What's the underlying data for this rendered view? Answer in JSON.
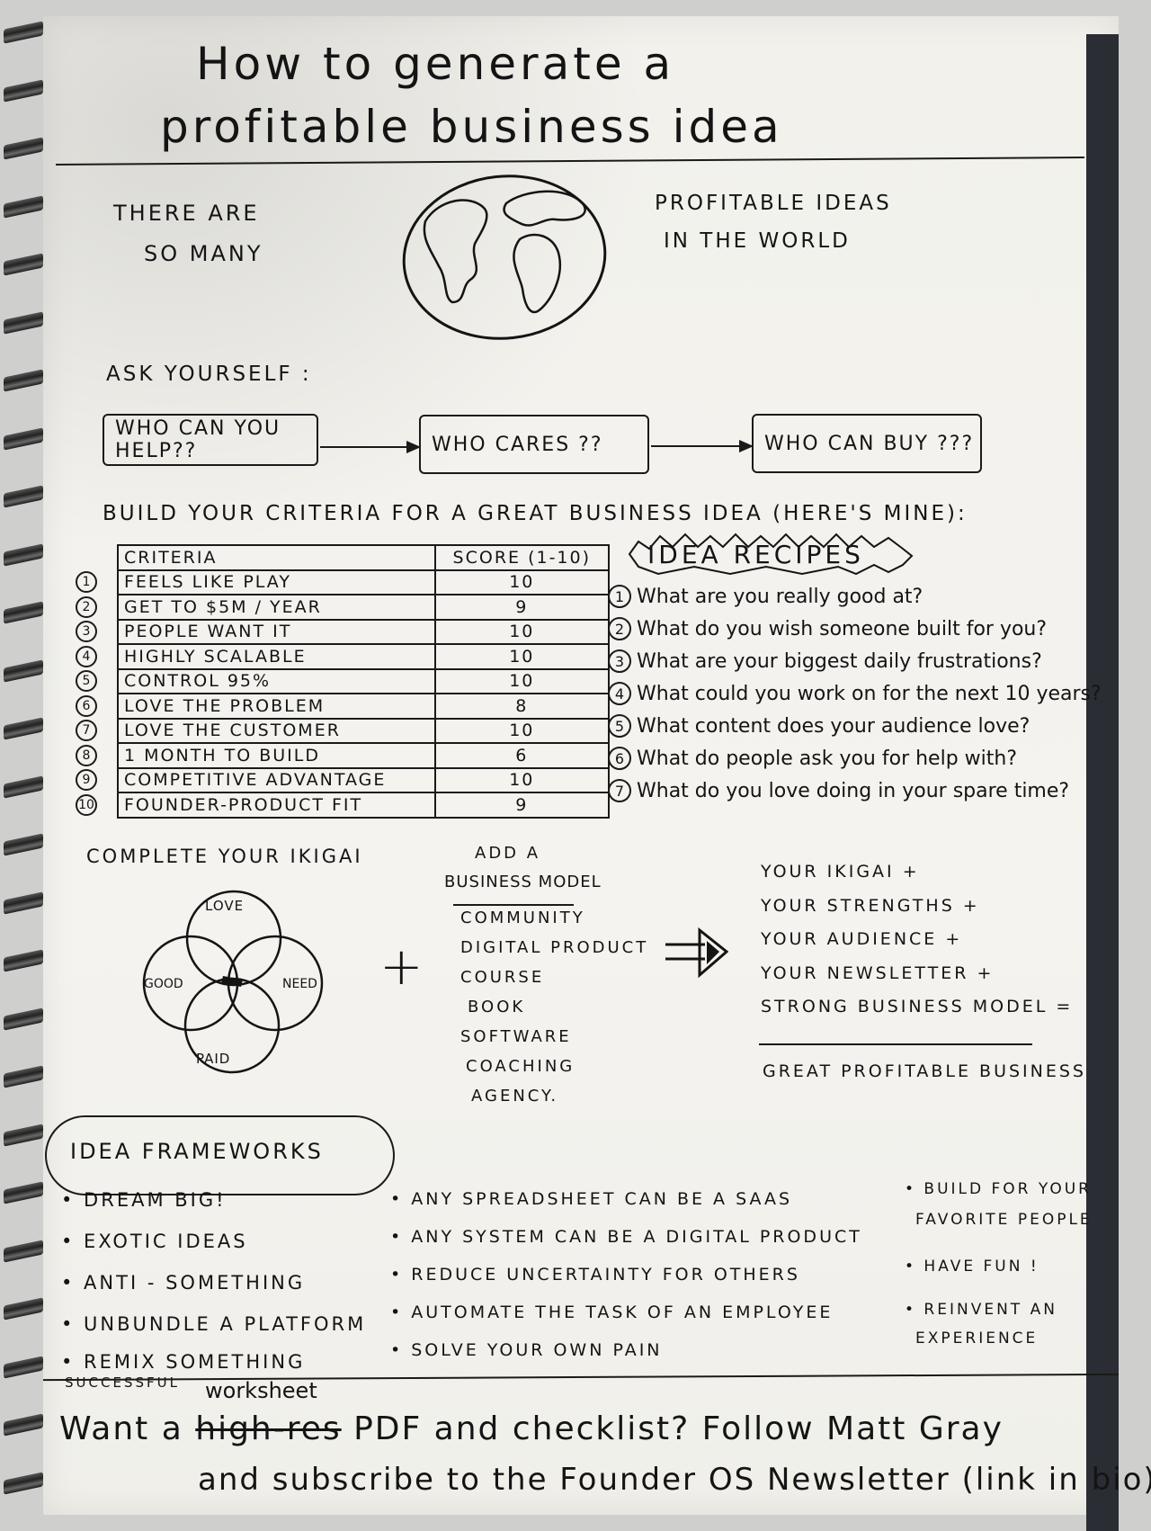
{
  "title": {
    "line1": "How to generate a",
    "line2": "profitable business idea"
  },
  "world": {
    "left_line1": "THERE ARE",
    "left_line2": "SO MANY",
    "right_line1": "PROFITABLE IDEAS",
    "right_line2": "IN THE WORLD",
    "icon": "globe-icon"
  },
  "ask": {
    "heading": "ASK YOURSELF :",
    "steps": [
      "WHO CAN YOU HELP??",
      "WHO CARES ??",
      "WHO CAN BUY ???"
    ]
  },
  "criteria": {
    "heading": "BUILD YOUR CRITERIA FOR A GREAT BUSINESS IDEA (HERE'S MINE):",
    "col_criteria": "CRITERIA",
    "col_score": "SCORE (1-10)",
    "rows": [
      {
        "n": "1",
        "name": "FEELS LIKE PLAY",
        "score": "10"
      },
      {
        "n": "2",
        "name": "GET TO $5M / YEAR",
        "score": "9"
      },
      {
        "n": "3",
        "name": "PEOPLE WANT IT",
        "score": "10"
      },
      {
        "n": "4",
        "name": "HIGHLY SCALABLE",
        "score": "10"
      },
      {
        "n": "5",
        "name": "CONTROL 95%",
        "score": "10"
      },
      {
        "n": "6",
        "name": "LOVE THE PROBLEM",
        "score": "8"
      },
      {
        "n": "7",
        "name": "LOVE THE CUSTOMER",
        "score": "10"
      },
      {
        "n": "8",
        "name": "1 MONTH TO BUILD",
        "score": "6"
      },
      {
        "n": "9",
        "name": "COMPETITIVE ADVANTAGE",
        "score": "10"
      },
      {
        "n": "10",
        "name": "FOUNDER-PRODUCT FIT",
        "score": "9"
      }
    ]
  },
  "recipes": {
    "heading": "IDEA RECIPES",
    "items": [
      {
        "n": "1",
        "text": "What are you really good at?"
      },
      {
        "n": "2",
        "text": "What do you wish someone built for you?"
      },
      {
        "n": "3",
        "text": "What are your biggest daily frustrations?"
      },
      {
        "n": "4",
        "text": "What could you work on for the next 10 years?"
      },
      {
        "n": "5",
        "text": "What content does your audience love?"
      },
      {
        "n": "6",
        "text": "What do people ask you for help with?"
      },
      {
        "n": "7",
        "text": "What do you love doing in your spare time?"
      }
    ]
  },
  "ikigai": {
    "heading": "COMPLETE YOUR IKIGAI",
    "circles": [
      "LOVE",
      "GOOD",
      "NEED",
      "PAID"
    ],
    "plus": "+"
  },
  "business_model": {
    "heading_line1": "ADD A",
    "heading_line2": "BUSINESS MODEL",
    "items": [
      "COMMUNITY",
      "DIGITAL PRODUCT",
      "COURSE",
      "BOOK",
      "SOFTWARE",
      "COACHING",
      "AGENCY."
    ]
  },
  "equation": {
    "lines": [
      "YOUR IKIGAI +",
      "YOUR STRENGTHS +",
      "YOUR AUDIENCE +",
      "YOUR NEWSLETTER +",
      "STRONG BUSINESS MODEL ="
    ],
    "result": "GREAT PROFITABLE BUSINESS"
  },
  "frameworks": {
    "heading": "IDEA FRAMEWORKS",
    "col1": [
      "• DREAM BIG!",
      "• EXOTIC IDEAS",
      "• ANTI - SOMETHING",
      "• UNBUNDLE A PLATFORM",
      "• REMIX SOMETHING",
      "SUCCESSFUL"
    ],
    "col2": [
      "• ANY SPREADSHEET CAN BE A SAAS",
      "• ANY SYSTEM CAN BE A DIGITAL PRODUCT",
      "• REDUCE UNCERTAINTY FOR OTHERS",
      "• AUTOMATE THE TASK OF AN EMPLOYEE",
      "• SOLVE YOUR OWN PAIN"
    ],
    "col3": [
      "• BUILD FOR YOUR",
      "FAVORITE PEOPLE",
      "• HAVE FUN !",
      "• REINVENT AN",
      "EXPERIENCE"
    ]
  },
  "footer": {
    "insert": "worksheet",
    "pre": "Want a",
    "strike": "high-res",
    "post": "PDF and checklist? Follow Matt Gray",
    "line2": "and subscribe to the Founder OS Newsletter (link in bio)"
  }
}
